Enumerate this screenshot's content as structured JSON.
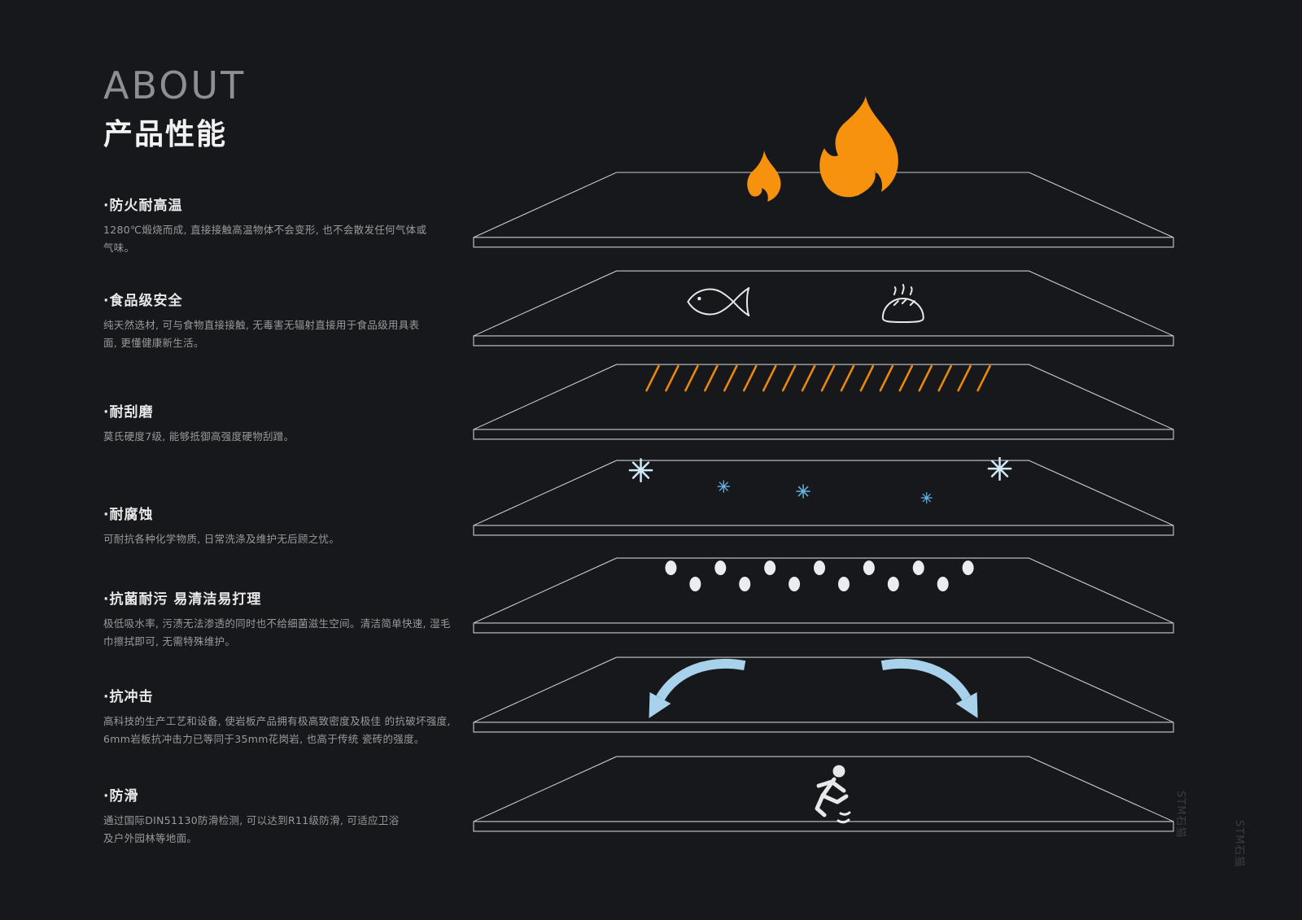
{
  "header": {
    "eyebrow": "ABOUT",
    "title": "产品性能"
  },
  "features": [
    {
      "title": "·防火耐高温",
      "body": "1280℃煅烧而成, 直接接触高温物体不会变形, 也不会散发任何气体或气味。",
      "icon": "flame-icon"
    },
    {
      "title": "·食品级安全",
      "body": "纯天然选材, 可与食物直接接触, 无毒害无辐射直接用于食品级用具表面, 更懂健康新生活。",
      "icon": "fish-and-bread-icon"
    },
    {
      "title": "·耐刮磨",
      "body": "莫氏硬度7级, 能够抵御高强度硬物刮蹭。",
      "icon": "scratch-marks-icon"
    },
    {
      "title": "·耐腐蚀",
      "body": "可耐抗各种化学物质, 日常洗涤及维护无后顾之忧。",
      "icon": "snowflake-icon"
    },
    {
      "title": "·抗菌耐污 易清洁易打理",
      "body": "极低吸水率, 污渍无法渗透的同时也不给细菌滋生空间。清洁简单快速, 湿毛巾擦拭即可, 无需特殊维护。",
      "icon": "droplet-icon"
    },
    {
      "title": "·抗冲击",
      "body": "高科技的生产工艺和设备, 使岩板产品拥有极高致密度及极佳 的抗破坏强度, 6mm岩板抗冲击力已等同于35mm花岗岩, 也高于传统 瓷砖的强度。",
      "icon": "bounce-arrow-icon"
    },
    {
      "title": "·防滑",
      "body": "通过国际DIN51130防滑检测, 可以达到R11级防滑, 可适应卫浴及户外园林等地面。",
      "icon": "slipping-person-icon"
    }
  ],
  "watermark": {
    "text": "STM石猫"
  },
  "colors": {
    "background": "#17181b",
    "accent_orange": "#F6920E",
    "accent_blue_light": "#A8D2EC",
    "accent_blue": "#64B5E6",
    "outline": "#D9DADB"
  }
}
